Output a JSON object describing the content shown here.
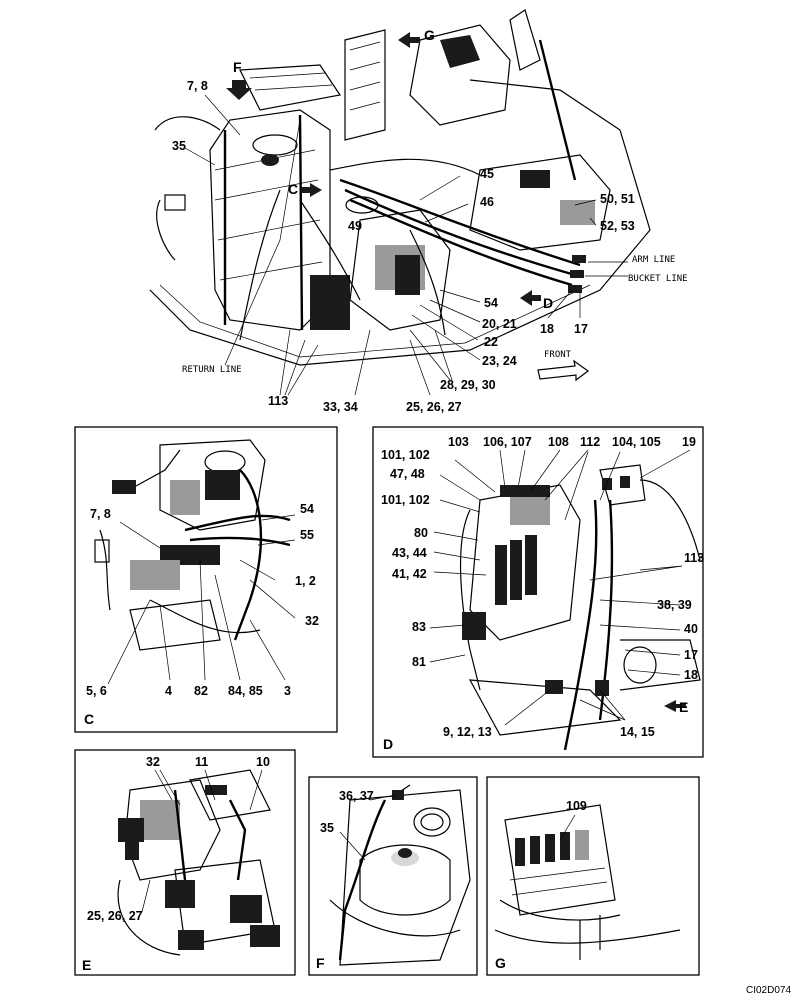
{
  "main_view": {
    "labels": {
      "l_78": "7, 8",
      "l_F": "F",
      "l_G": "G",
      "l_35": "35",
      "l_C": "C",
      "l_49": "49",
      "l_45": "45",
      "l_46": "46",
      "l_5051": "50, 51",
      "l_5253": "52, 53",
      "l_arm": "ARM LINE",
      "l_bucket": "BUCKET LINE",
      "l_54": "54",
      "l_D": "D",
      "l_2021": "20, 21",
      "l_22": "22",
      "l_2324": "23, 24",
      "l_18": "18",
      "l_17": "17",
      "l_front": "FRONT",
      "l_return": "RETURN LINE",
      "l_113": "113",
      "l_3334": "33, 34",
      "l_252627": "25, 26, 27",
      "l_282930": "28, 29, 30"
    }
  },
  "detail_c": {
    "letter": "C",
    "labels": {
      "l_54": "54",
      "l_55": "55",
      "l_78": "7, 8",
      "l_12": "1, 2",
      "l_32": "32",
      "l_56": "5, 6",
      "l_4": "4",
      "l_82": "82",
      "l_8485": "84, 85",
      "l_3": "3"
    }
  },
  "detail_d": {
    "letter": "D",
    "labels": {
      "l_101102a": "101, 102",
      "l_103": "103",
      "l_106107": "106, 107",
      "l_108": "108",
      "l_112": "112",
      "l_104105": "104, 105",
      "l_19": "19",
      "l_4748": "47, 48",
      "l_101102b": "101, 102",
      "l_80": "80",
      "l_4344": "43, 44",
      "l_4142": "41, 42",
      "l_113": "113",
      "l_3839": "38, 39",
      "l_40": "40",
      "l_83": "83",
      "l_81": "81",
      "l_17": "17",
      "l_18": "18",
      "l_E": "E",
      "l_91213": "9, 12, 13",
      "l_1415": "14, 15"
    }
  },
  "detail_e": {
    "letter": "E",
    "labels": {
      "l_32": "32",
      "l_11": "11",
      "l_10": "10",
      "l_252627": "25, 26, 27"
    }
  },
  "detail_f": {
    "letter": "F",
    "labels": {
      "l_3637": "36, 37",
      "l_35": "35"
    }
  },
  "detail_g": {
    "letter": "G",
    "labels": {
      "l_109": "109"
    }
  },
  "figure_code": "CI02D074"
}
